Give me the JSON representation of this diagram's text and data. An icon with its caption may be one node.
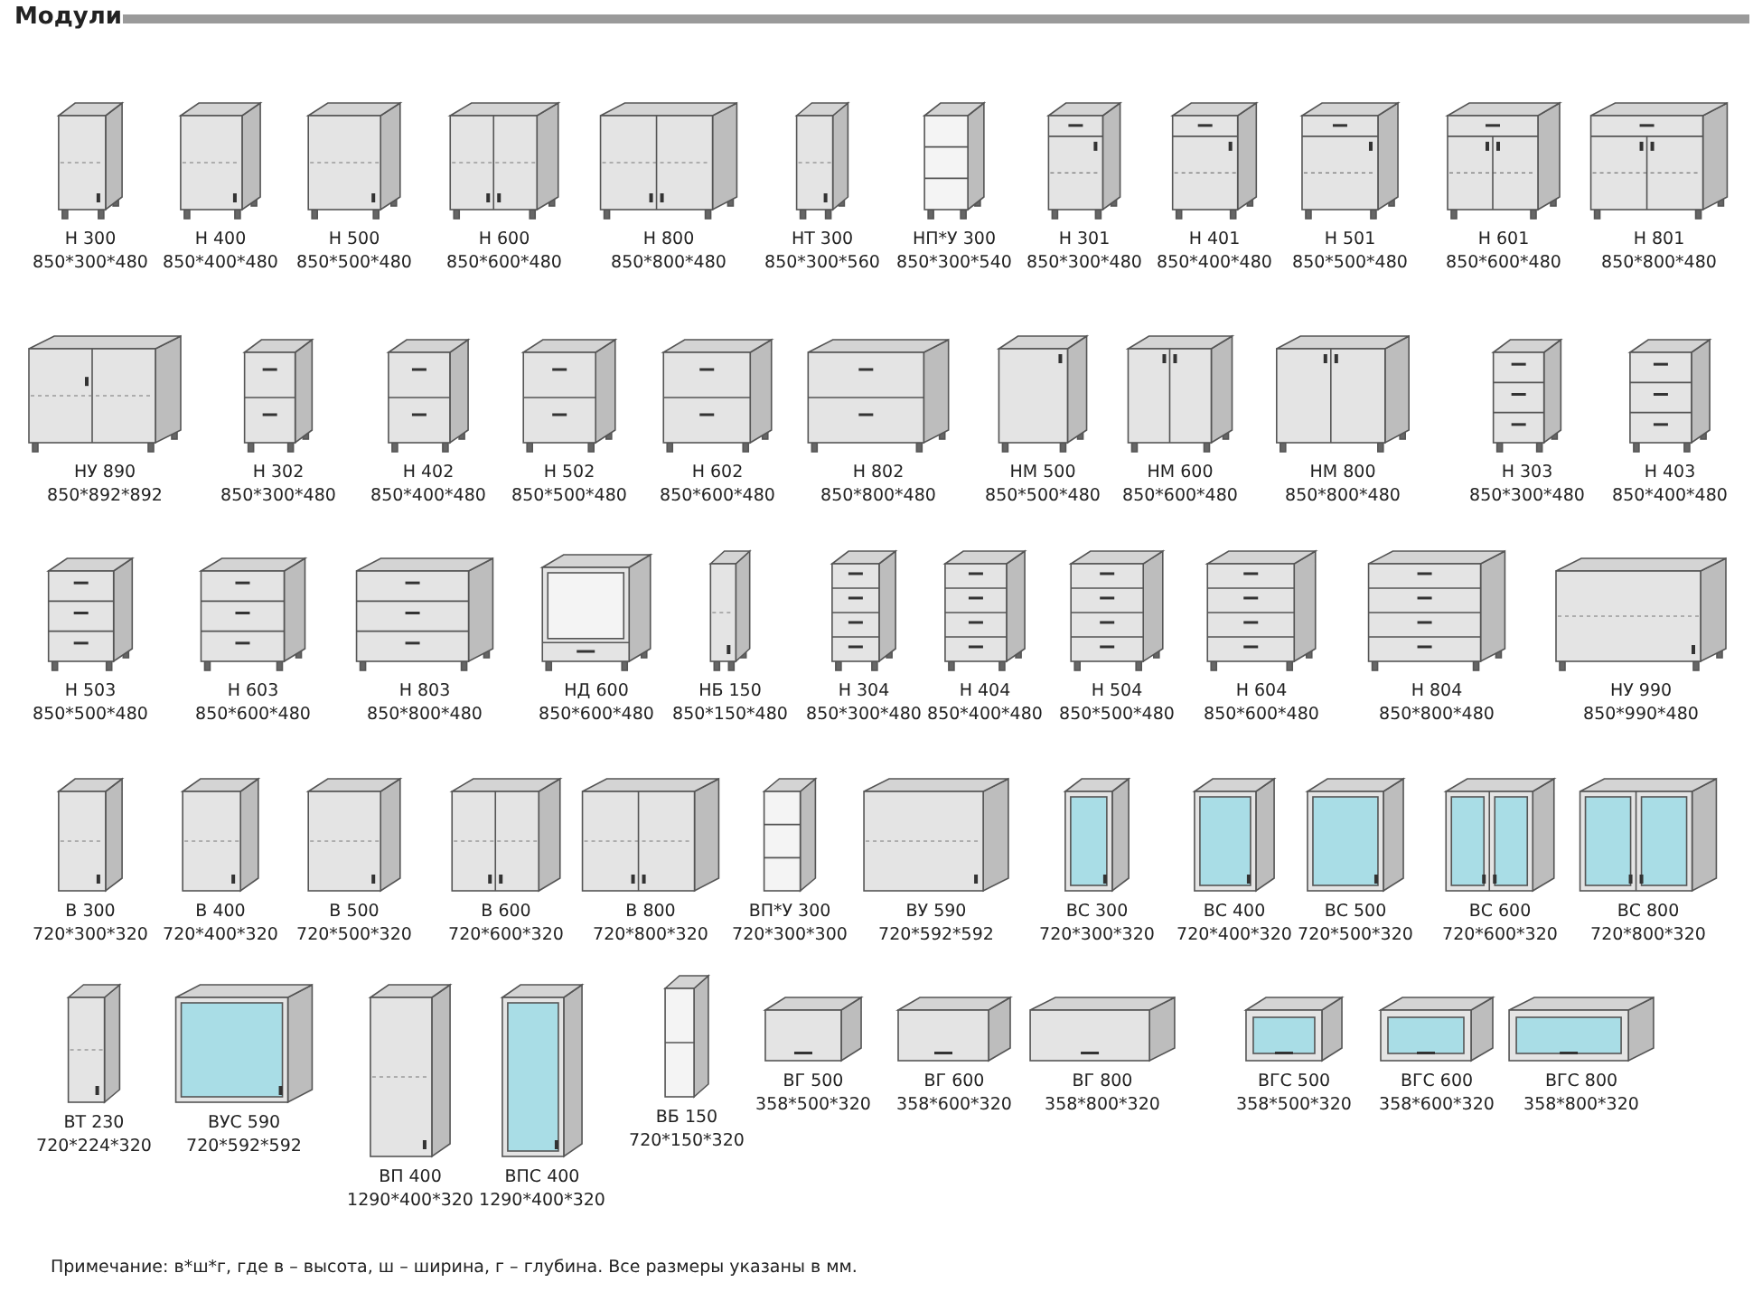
{
  "diagram": {
    "title": "Модули",
    "labels": [
      "Н 300",
      "850*300*480",
      "Н 400",
      "850*400*480",
      "Н 500",
      "850*500*480",
      "Н 600",
      "850*600*480",
      "Н 800",
      "850*800*480",
      "НТ 300",
      "850*300*560",
      "НП*У 300",
      "850*300*540",
      "Н 301",
      "850*300*480",
      "Н 401",
      "850*400*480",
      "Н 501",
      "850*500*480",
      "Н 601",
      "850*600*480",
      "Н 801",
      "850*800*480",
      "НУ 890",
      "850*892*892",
      "Н 302",
      "850*300*480",
      "Н 402",
      "850*400*480",
      "Н 502",
      "850*500*480",
      "Н 602",
      "850*600*480",
      "Н 802",
      "850*800*480",
      "НМ 500",
      "850*500*480",
      "НМ 600",
      "850*600*480",
      "НМ 800",
      "850*800*480",
      "Н 303",
      "850*300*480",
      "Н 403",
      "850*400*480",
      "Н 503",
      "850*500*480",
      "Н 603",
      "850*600*480",
      "Н 803",
      "850*800*480",
      "НД 600",
      "850*600*480",
      "НБ 150",
      "850*150*480",
      "Н 304",
      "850*300*480",
      "Н 404",
      "850*400*480",
      "Н 504",
      "850*500*480",
      "Н 604",
      "850*600*480",
      "Н 804",
      "850*800*480",
      "НУ 990",
      "850*990*480",
      "В 300",
      "720*300*320",
      "В 400",
      "720*400*320",
      "В 500",
      "720*500*320",
      "В 600",
      "720*600*320",
      "В 800",
      "720*800*320",
      "ВП*У 300",
      "720*300*300",
      "ВУ 590",
      "720*592*592",
      "ВС 300",
      "720*300*320",
      "ВС 400",
      "720*400*320",
      "ВС 500",
      "720*500*320",
      "ВС 600",
      "720*600*320",
      "ВС 800",
      "720*800*320",
      "ВТ 230",
      "720*224*320",
      "ВУС 590",
      "720*592*592",
      "ВП 400",
      "1290*400*320",
      "ВПС 400",
      "1290*400*320",
      "ВБ 150",
      "720*150*320",
      "ВГ 500",
      "358*500*320",
      "ВГ 600",
      "358*600*320",
      "ВГ 800",
      "358*800*320",
      "ВГС 500",
      "358*500*320",
      "ВГС 600",
      "358*600*320",
      "ВГС 800",
      "358*800*320",
      "Примечание:  в*ш*г, где в – высота, ш – ширина, г – глубина. Все размеры указаны в мм."
    ]
  }
}
